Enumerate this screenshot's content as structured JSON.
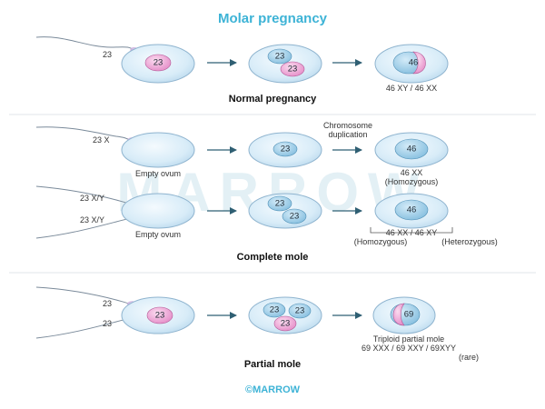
{
  "title": "Molar pregnancy",
  "brand": "©MARROW",
  "watermark": "MARROW",
  "colors": {
    "title": "#3db3d6",
    "brand": "#3db3d6",
    "arrow": "#2f5f73",
    "divider": "#e1e6ea",
    "ovum_fill": "#d8ecf8",
    "ovum_stroke": "#8fb4cf",
    "nucleus_blue": "#a3cfe8",
    "nucleus_pink": "#f2b3dc"
  },
  "normal": {
    "sperm_label": "23",
    "step1_nucleus": "23",
    "step2_nuclei": [
      "23",
      "23"
    ],
    "step3_nucleus": "46",
    "result": "46 XY / 46 XX",
    "heading": "Normal pregnancy"
  },
  "complete": {
    "a_sperm_label": "23 X",
    "a_ovum_label": "Empty ovum",
    "a_note_line1": "Chromosome",
    "a_note_line2": "duplication",
    "a_step2_nucleus": "23",
    "a_step3_nucleus": "46",
    "a_result_line1": "46 XX",
    "a_result_line2": "(Homozygous)",
    "b_sperm_label1": "23 X/Y",
    "b_sperm_label2": "23 X/Y",
    "b_ovum_label": "Empty ovum",
    "b_step2_nuclei": [
      "23",
      "23"
    ],
    "b_step3_nucleus": "46",
    "b_result": "46 XX / 46 XY",
    "b_result_left": "(Homozygous)",
    "b_result_right": "(Heterozygous)",
    "heading": "Complete mole"
  },
  "partial": {
    "sperm_label1": "23",
    "sperm_label2": "23",
    "step1_nucleus": "23",
    "step2_nuclei": [
      "23",
      "23",
      "23"
    ],
    "step3_nucleus": "69",
    "result_line1": "Triploid partial mole",
    "result_line2": "69 XXX / 69 XXY / 69XYY",
    "result_line3": "(rare)",
    "heading": "Partial mole"
  }
}
